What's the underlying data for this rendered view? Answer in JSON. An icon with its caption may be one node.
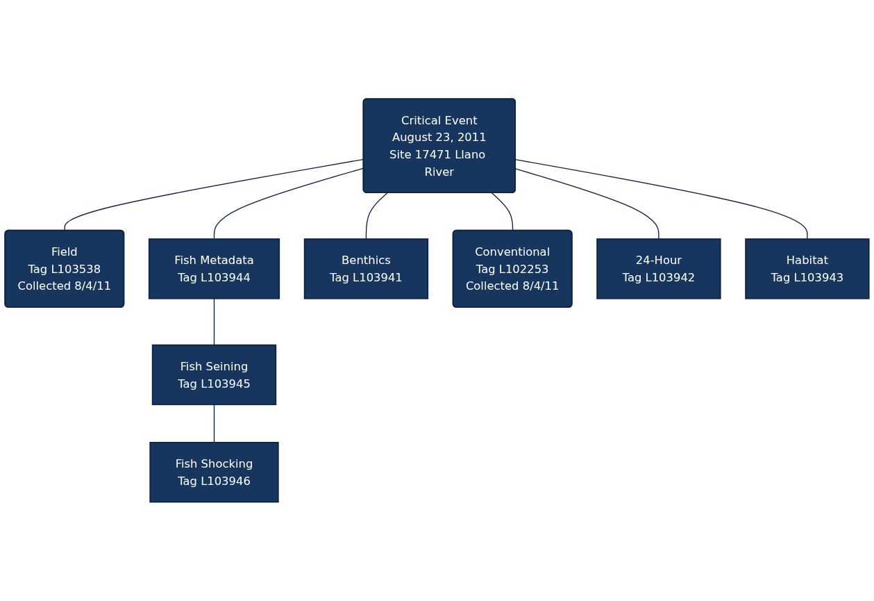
{
  "diagram": {
    "nodes": [
      {
        "text": [
          "Critical Event",
          "August 23, 2011",
          "Site 17471 Llano River"
        ]
      },
      {
        "text": [
          "Field",
          "Tag L103538",
          "Collected 8/4/11"
        ]
      },
      {
        "text": [
          "Fish Metadata",
          "Tag L103944"
        ]
      },
      {
        "text": [
          "Benthics",
          "Tag L103941"
        ]
      },
      {
        "text": [
          "Conventional",
          "Tag L102253",
          "Collected 8/4/11"
        ]
      },
      {
        "text": [
          "Fish Seining",
          "Tag L103945"
        ]
      },
      {
        "text": [
          "24-Hour",
          "Tag L103942"
        ]
      },
      {
        "text": [
          "Fish Shocking",
          "Tag L103946"
        ]
      },
      {
        "text": [
          "Habitat",
          "Tag L103943"
        ]
      }
    ],
    "edges": [
      {
        "from": 0,
        "to": 1,
        "arrow": "none"
      },
      {
        "from": 0,
        "to": 4,
        "arrow": "none"
      },
      {
        "from": 0,
        "to": 2,
        "arrow": "none"
      },
      {
        "from": 2,
        "to": 5,
        "arrow": "none"
      },
      {
        "from": 5,
        "to": 7,
        "arrow": "none"
      },
      {
        "from": 0,
        "to": 3,
        "arrow": "none"
      },
      {
        "from": 0,
        "to": 6,
        "arrow": "none"
      },
      {
        "from": 0,
        "to": 8,
        "arrow": "none"
      }
    ]
  }
}
